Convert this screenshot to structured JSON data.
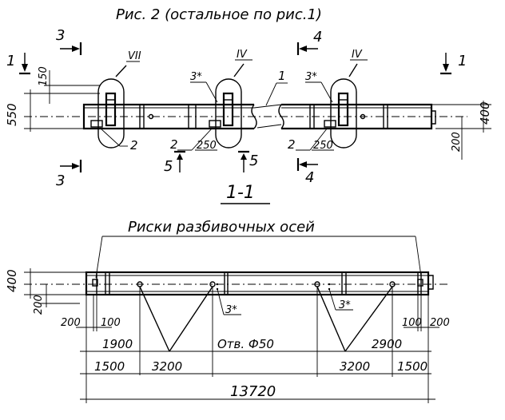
{
  "figure": {
    "caption": "Рис. 2 (остальное по рис.1)",
    "section_title": "1-1"
  },
  "top_view": {
    "callouts": {
      "node_vii": "VII",
      "node_iv_a": "IV",
      "node_iv_b": "IV",
      "mark_3star_a": "3*",
      "mark_3star_b": "3*",
      "mark_1": "1",
      "mark_2_left": "2",
      "mark_2_mid": "2",
      "mark_2_right": "2"
    },
    "section_marks": {
      "s1_left": "1",
      "s1_right": "1",
      "s3_top": "3",
      "s3_bottom": "3",
      "s4_top": "4",
      "s4_bottom": "4",
      "s5_left": "5",
      "s5_right": "5"
    },
    "dimensions": {
      "d150": "150",
      "d550": "550",
      "d400": "400",
      "d200": "200",
      "d250_a": "250",
      "d250_b": "250"
    }
  },
  "bottom_view": {
    "note": "Риски разбивочных осей",
    "hole_label": "Отв. Ф50",
    "mark_3star_a": "3*",
    "mark_3star_b": "3*",
    "dimensions": {
      "d400": "400",
      "d200_left": "200",
      "d200_bottom": "200",
      "d100_left": "100",
      "d100_right": "100",
      "d200_right": "200",
      "d1900": "1900",
      "d2900": "2900",
      "d1500_left": "1500",
      "d3200_left": "3200",
      "d3200_right": "3200",
      "d1500_right": "1500",
      "d13720": "13720"
    }
  }
}
